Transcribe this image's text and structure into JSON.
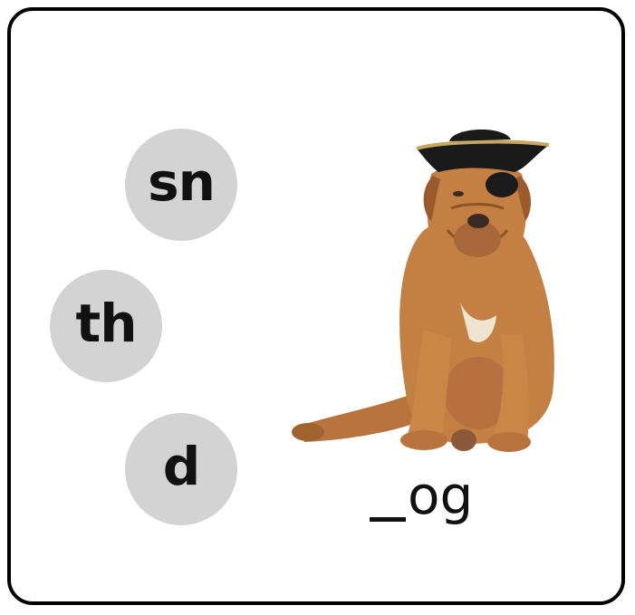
{
  "options": [
    {
      "id": "sn",
      "label": "sn"
    },
    {
      "id": "th",
      "label": "th"
    },
    {
      "id": "d",
      "label": "d"
    }
  ],
  "word": {
    "blank": "_",
    "ending": "og"
  },
  "image": {
    "subject": "dog-in-pirate-hat"
  },
  "colors": {
    "option_bg": "#d3d3d3",
    "border": "#000000",
    "text": "#111111"
  }
}
